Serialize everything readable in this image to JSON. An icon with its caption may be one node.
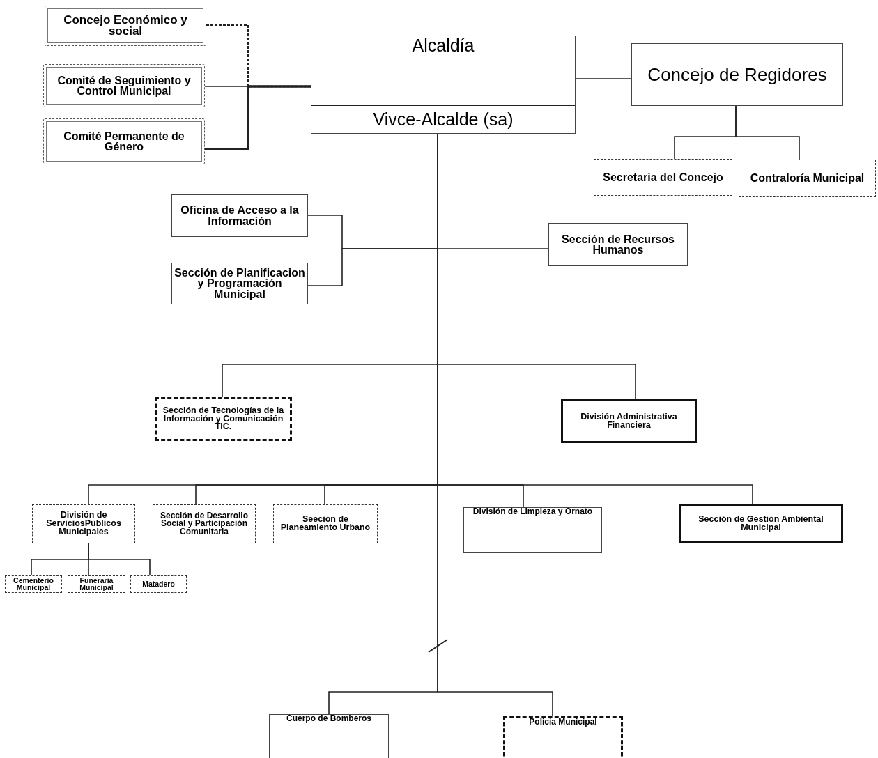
{
  "diagram": {
    "nodes": [
      {
        "text": [
          "Alcaldía",
          "Vivce-Alcalde (sa)"
        ]
      },
      {
        "text": [
          "Concejo de Regidores"
        ]
      },
      {
        "text": [
          "Concejo Económico y social"
        ]
      },
      {
        "text": [
          "Comité de Seguimiento y Control Municipal"
        ]
      },
      {
        "text": [
          "Comité Permanente de Género"
        ]
      },
      {
        "text": [
          "Secretaria del Concejo"
        ]
      },
      {
        "text": [
          "Contraloría Municipal"
        ]
      },
      {
        "text": [
          "Oficina de Acceso a la Información"
        ]
      },
      {
        "text": [
          "Sección de Planificacion y Programación Municipal"
        ]
      },
      {
        "text": [
          "Sección de Recursos Humanos"
        ]
      },
      {
        "text": [
          "Sección de Tecnologías de la Información y Comunicación TIC."
        ]
      },
      {
        "text": [
          "División Administrativa Financiera"
        ]
      },
      {
        "text": [
          "División de ServiciosPúblicos Municipales"
        ]
      },
      {
        "text": [
          "Sección de Desarrollo Social y Participación Comunitaria"
        ]
      },
      {
        "text": [
          "Seeción de Planeamiento Urbano"
        ]
      },
      {
        "text": [
          "División de Limpieza y Ornato"
        ]
      },
      {
        "text": [
          "Sección de Gestión Ambiental Municipal"
        ]
      },
      {
        "text": [
          "Cementerio Municipal"
        ]
      },
      {
        "text": [
          "Funeraria Municipal"
        ]
      },
      {
        "text": [
          "Matadero"
        ]
      },
      {
        "text": [
          "Cuerpo de Bomberos"
        ]
      },
      {
        "text": [
          "Policia Municipal"
        ]
      }
    ],
    "edges": [
      {
        "from": 2,
        "to": 0,
        "arrow": "none",
        "style": "dashed"
      },
      {
        "from": 3,
        "to": 0,
        "arrow": "none"
      },
      {
        "from": 4,
        "to": 0,
        "arrow": "none",
        "style": "thick"
      },
      {
        "from": 0,
        "to": 1,
        "arrow": "none"
      },
      {
        "from": 1,
        "to": 5,
        "arrow": "none"
      },
      {
        "from": 1,
        "to": 6,
        "arrow": "none"
      },
      {
        "from": 0,
        "to": 7,
        "arrow": "none"
      },
      {
        "from": 0,
        "to": 8,
        "arrow": "none"
      },
      {
        "from": 0,
        "to": 9,
        "arrow": "none"
      },
      {
        "from": 0,
        "to": 10,
        "arrow": "none"
      },
      {
        "from": 0,
        "to": 11,
        "arrow": "none"
      },
      {
        "from": 0,
        "to": 12,
        "arrow": "none"
      },
      {
        "from": 0,
        "to": 13,
        "arrow": "none"
      },
      {
        "from": 0,
        "to": 14,
        "arrow": "none"
      },
      {
        "from": 0,
        "to": 15,
        "arrow": "none"
      },
      {
        "from": 0,
        "to": 16,
        "arrow": "none"
      },
      {
        "from": 12,
        "to": 17,
        "arrow": "none"
      },
      {
        "from": 12,
        "to": 18,
        "arrow": "none"
      },
      {
        "from": 12,
        "to": 19,
        "arrow": "none"
      },
      {
        "from": 0,
        "to": 20,
        "arrow": "none"
      },
      {
        "from": 0,
        "to": 21,
        "arrow": "none"
      }
    ]
  }
}
